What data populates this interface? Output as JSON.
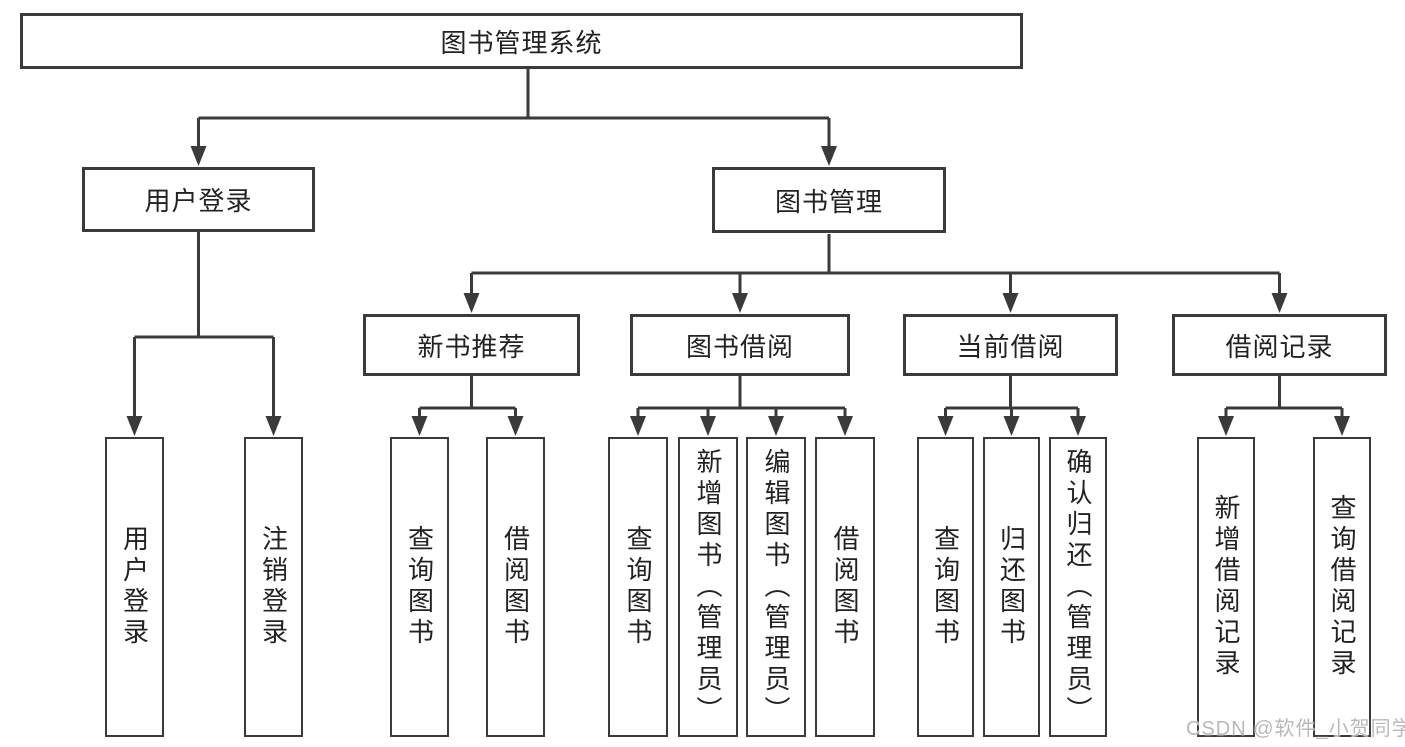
{
  "tree": {
    "label": "图书管理系统",
    "children": [
      {
        "label": "用户登录",
        "children": [
          {
            "label": "用户登录"
          },
          {
            "label": "注销登录"
          }
        ]
      },
      {
        "label": "图书管理",
        "children": [
          {
            "label": "新书推荐",
            "children": [
              {
                "label": "查询图书"
              },
              {
                "label": "借阅图书"
              }
            ]
          },
          {
            "label": "图书借阅",
            "children": [
              {
                "label": "查询图书"
              },
              {
                "label": "新增图书（管理员）"
              },
              {
                "label": "编辑图书（管理员）"
              },
              {
                "label": "借阅图书"
              }
            ]
          },
          {
            "label": "当前借阅",
            "children": [
              {
                "label": "查询图书"
              },
              {
                "label": "归还图书"
              },
              {
                "label": "确认归还（管理员）"
              }
            ]
          },
          {
            "label": "借阅记录",
            "children": [
              {
                "label": "新增借阅记录"
              },
              {
                "label": "查询借阅记录"
              }
            ]
          }
        ]
      }
    ]
  },
  "watermark": "CSDN @软件_小贺同学",
  "colors": {
    "line": "#3a3a3a",
    "box_border": "#3a3a3a",
    "text": "#222222",
    "watermark": "#b9b9b9",
    "background": "#ffffff"
  }
}
